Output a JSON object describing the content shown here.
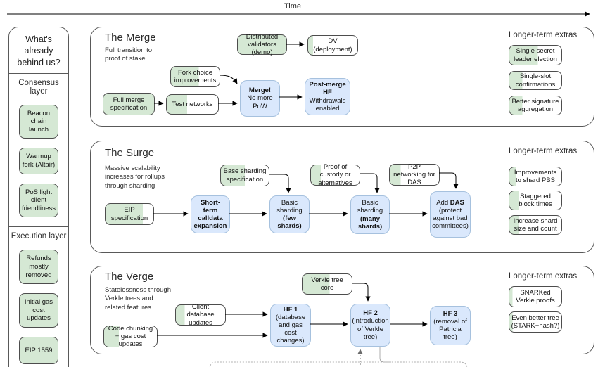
{
  "colors": {
    "done_green": "#d5e8d4",
    "milestone_blue": "#dae8fc",
    "box_border": "#4d4d4d",
    "section_border": "#595959"
  },
  "timeline": {
    "label": "Time"
  },
  "sidebar": {
    "title": "What's already behind us?",
    "consensus": {
      "label": "Consensus layer",
      "items": [
        {
          "text": "Beacon chain launch",
          "progress": 100
        },
        {
          "text": "Warmup fork (Altair)",
          "progress": 100
        },
        {
          "text": "PoS light client friendliness",
          "progress": 100
        }
      ]
    },
    "execution": {
      "label": "Execution layer",
      "items": [
        {
          "text": "Refunds mostly removed",
          "progress": 100
        },
        {
          "text": "Initial gas cost updates",
          "progress": 100
        },
        {
          "text": "EIP 1559",
          "progress": 100
        }
      ]
    }
  },
  "merge": {
    "title": "The Merge",
    "subtitle": "Full transition to proof of stake",
    "extras_title": "Longer-term extras",
    "boxes": {
      "distributed_validators": {
        "text": "Distributed validators (demo)",
        "progress": 100
      },
      "dv_deployment": {
        "text": "DV (deployment)",
        "progress": 10
      },
      "fork_choice": {
        "text": "Fork choice improvements",
        "progress": 57
      },
      "full_merge_spec": {
        "text": "Full merge specification",
        "progress": 100
      },
      "test_networks": {
        "text": "Test networks",
        "progress": 40
      },
      "merge_milestone": {
        "title": "Merge!",
        "body": "No more PoW"
      },
      "post_merge_milestone": {
        "title": "Post-merge HF",
        "body": "Withdrawals enabled"
      }
    },
    "extras": [
      {
        "text": "Single secret leader election",
        "progress": 55
      },
      {
        "text": "Single-slot confirmations",
        "progress": 25
      },
      {
        "text": "Better signature aggregation",
        "progress": 25
      }
    ]
  },
  "surge": {
    "title": "The Surge",
    "subtitle": "Massive scalability increases for rollups through sharding",
    "extras_title": "Longer-term extras",
    "boxes": {
      "eip_spec": {
        "text": "EIP specification",
        "progress": 78
      },
      "short_term": {
        "text": "Short-term calldata expansion"
      },
      "base_sharding_spec": {
        "text": "Base sharding specification",
        "progress": 50
      },
      "basic_few": {
        "pre": "Basic sharding ",
        "bold": "(few shards)"
      },
      "proof_custody": {
        "text": "Proof of custody or alternatives",
        "progress": 20
      },
      "basic_many": {
        "pre": "Basic sharding ",
        "bold": "(many shards)"
      },
      "p2p_das": {
        "text": "P2P networking for DAS",
        "progress": 22
      },
      "add_das": {
        "pre": "Add ",
        "bold": "DAS",
        "post": " (protect against bad committees)"
      }
    },
    "extras": [
      {
        "text": "Improvements to shard PBS",
        "progress": 12
      },
      {
        "text": "Staggered block times",
        "progress": 18
      },
      {
        "text": "Increase shard size and count",
        "progress": 18
      }
    ]
  },
  "verge": {
    "title": "The Verge",
    "subtitle": "Statelessness through Verkle trees and related features",
    "extras_title": "Longer-term extras",
    "boxes": {
      "client_db": {
        "text": "Client database updates",
        "progress": 18
      },
      "code_chunking": {
        "text": "Code chunking + gas cost updates",
        "progress": 28
      },
      "verkle_core": {
        "text": "Verkle tree core",
        "progress": 55
      },
      "hf1": {
        "title": "HF 1",
        "body": "(database and gas cost changes)"
      },
      "hf2": {
        "title": "HF 2",
        "body": "(introduction of Verkle tree)"
      },
      "hf3": {
        "title": "HF 3",
        "body": "(removal of Patricia tree)"
      }
    },
    "extras": [
      {
        "text": "SNARKed Verkle proofs",
        "progress": 6
      },
      {
        "text": "Even better tree (STARK+hash?)",
        "progress": 6
      }
    ]
  }
}
